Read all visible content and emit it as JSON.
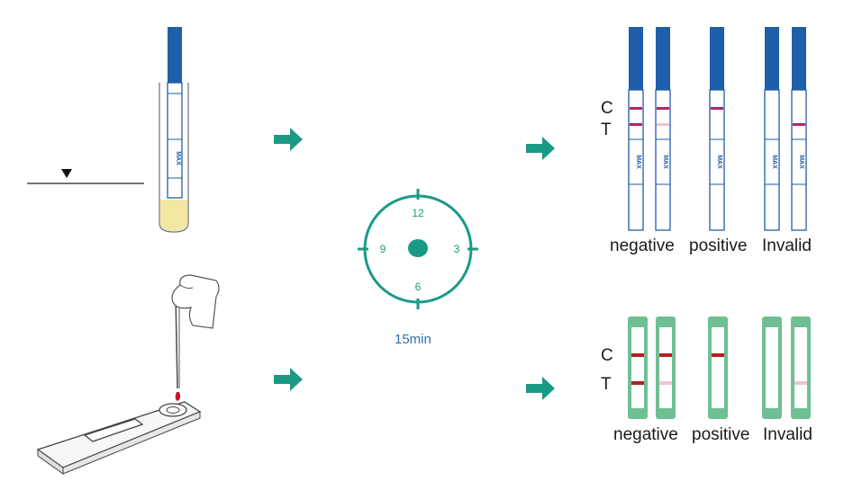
{
  "colors": {
    "teal": "#1a9a84",
    "strip_blue": "#1f5eaa",
    "cassette_green": "#6fbf94",
    "line_magenta": "#b0246e",
    "line_red": "#b52020",
    "line_faint": "#f1c4cf",
    "time_text": "#2a6fb3"
  },
  "timer": {
    "ticks": [
      "12",
      "3",
      "6",
      "9"
    ],
    "duration": "15min"
  },
  "strip_results": {
    "c_label": "C",
    "t_label": "T",
    "strip_text": "MAX",
    "labels": [
      "negative",
      "positive",
      "Invalid"
    ]
  },
  "cassette_results": {
    "c_label": "C",
    "t_label": "T",
    "labels": [
      "negative",
      "positive",
      "Invalid"
    ]
  },
  "icons": {
    "arrows": "arrow-right-icon",
    "level_marker": "triangle-down-icon"
  }
}
